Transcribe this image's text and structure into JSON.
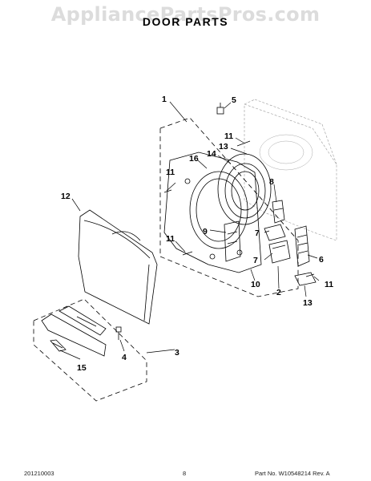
{
  "watermark": "AppliancePartsPros.com",
  "title": "DOOR PARTS",
  "callouts": {
    "c1": "1",
    "c2": "2",
    "c3": "3",
    "c4": "4",
    "c5": "5",
    "c6": "6",
    "c7a": "7",
    "c7b": "7",
    "c8": "8",
    "c9": "9",
    "c10": "10",
    "c11a": "11",
    "c11b": "11",
    "c11c": "11",
    "c11d": "11",
    "c12": "12",
    "c13a": "13",
    "c13b": "13",
    "c14": "14",
    "c15": "15",
    "c16": "16"
  },
  "footer": {
    "left": "201210003",
    "center": "8",
    "right": "Part No. W10548214  Rev. A"
  }
}
